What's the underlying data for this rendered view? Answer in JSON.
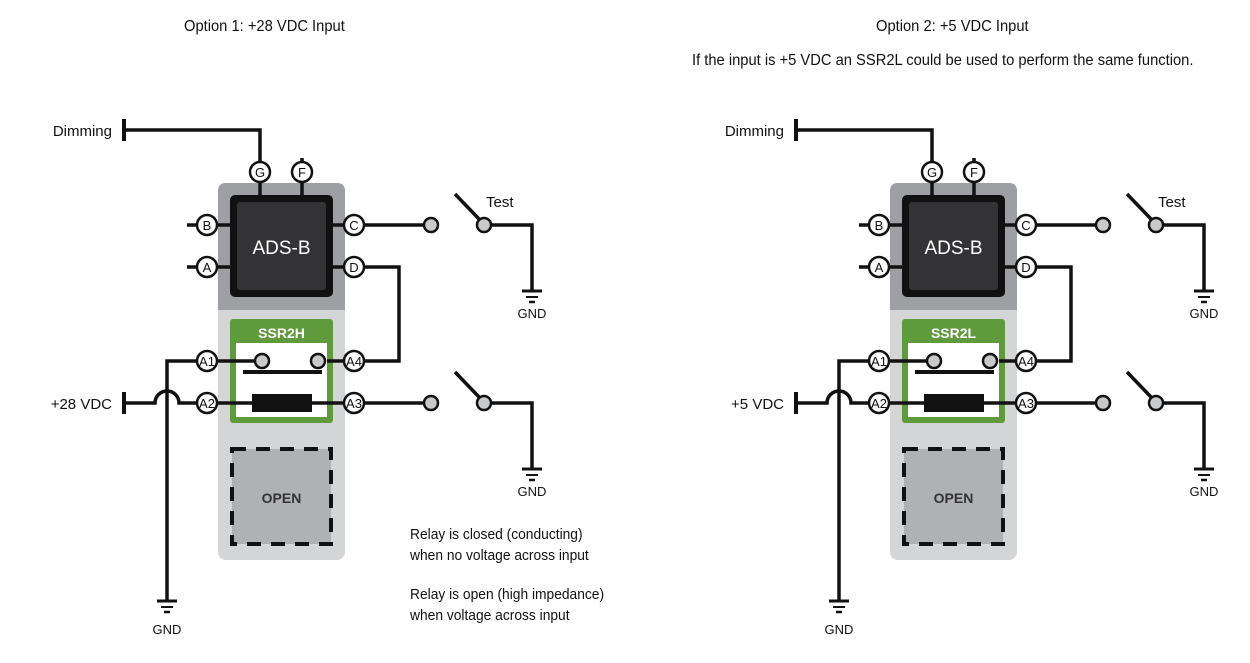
{
  "option1": {
    "title": "Option 1: +28 VDC Input",
    "dimming_label": "Dimming",
    "input_label": "+28 VDC",
    "device_label": "ADS-B",
    "relay_label": "SSR2H",
    "open_label": "OPEN",
    "test_label": "Test",
    "gnd_label": "GND",
    "pins": {
      "G": "G",
      "F": "F",
      "B": "B",
      "A": "A",
      "C": "C",
      "D": "D",
      "A1": "A1",
      "A2": "A2",
      "A3": "A3",
      "A4": "A4"
    },
    "notes": [
      "Relay is closed (conducting)",
      "when no voltage across input",
      "Relay is open (high impedance)",
      "when voltage across input"
    ]
  },
  "option2": {
    "title": "Option 2: +5 VDC Input",
    "subtitle": "If the input is +5  VDC an SSR2L could be used to perform the same function.",
    "dimming_label": "Dimming",
    "input_label": "+5 VDC",
    "device_label": "ADS-B",
    "relay_label": "SSR2L",
    "open_label": "OPEN",
    "test_label": "Test",
    "gnd_label": "GND",
    "pins": {
      "G": "G",
      "F": "F",
      "B": "B",
      "A": "A",
      "C": "C",
      "D": "D",
      "A1": "A1",
      "A2": "A2",
      "A3": "A3",
      "A4": "A4"
    }
  },
  "colors": {
    "wire": "#111111",
    "device_outer_dark": "#9d9fa2",
    "device_outer_light": "#d4d5d7",
    "ads_b_fill": "#333335",
    "relay_green": "#5f9a3c",
    "open_fill": "#b0b1b3",
    "terminal_fill": "#c8c9cb"
  }
}
